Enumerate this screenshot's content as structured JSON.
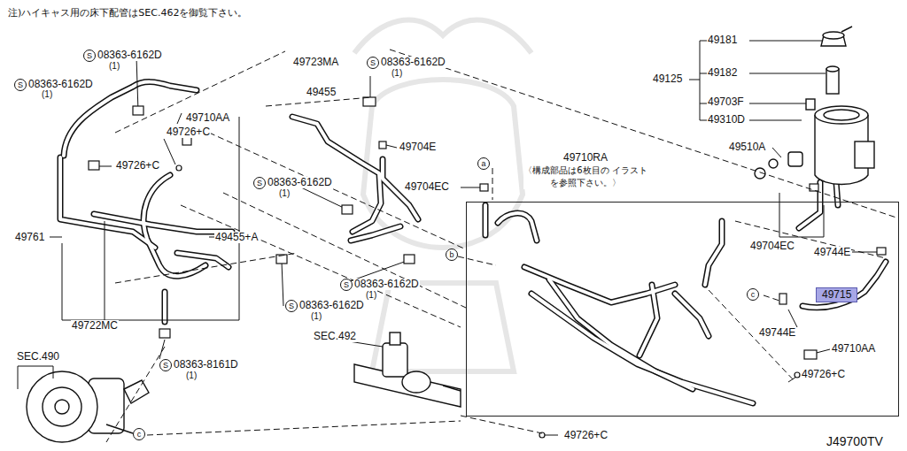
{
  "diagram": {
    "nodes": [
      {
        "text": [
          "49710RA",
          "〈構成部品は6枚目の イラストを参照下さい。〉"
        ]
      }
    ],
    "labels": [
      "注)ハイキャス用の床下配管はSEC.462を御覧下さい。",
      "S",
      "08363-6162D",
      "(1)",
      "S",
      "08363-6162D",
      "(1)",
      "49723MA",
      "S",
      "08363-6162D",
      "(1)",
      "49455",
      "49181",
      "49125",
      "49182",
      "49703F",
      "49310D",
      "49710AA",
      "49726+C",
      "49726+C",
      "49704E",
      "49510A",
      "49704EC",
      "S",
      "08363-6162D",
      "(1)",
      "49761",
      "49455+A",
      "49704EC",
      "49744E",
      "S",
      "08363-6162D",
      "(1)",
      "S",
      "08363-6162D",
      "(1)",
      "49715",
      "49744E",
      "49722MC",
      "SEC.492",
      "SEC.490",
      "S",
      "08363-8161D",
      "(1)",
      "49710AA",
      "49726+C",
      "49726+C",
      "J49700TV",
      "a",
      "b",
      "c",
      "c"
    ]
  }
}
